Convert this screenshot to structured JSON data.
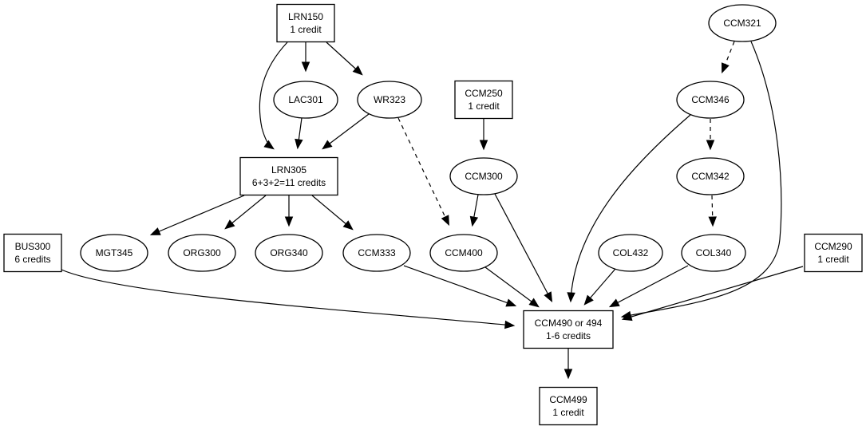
{
  "diagram": {
    "type": "directed-graph",
    "nodes": [
      {
        "id": "LRN150",
        "shape": "box",
        "lines": [
          "LRN150",
          "1 credit"
        ]
      },
      {
        "id": "LAC301",
        "shape": "ellipse",
        "lines": [
          "LAC301"
        ]
      },
      {
        "id": "WR323",
        "shape": "ellipse",
        "lines": [
          "WR323"
        ]
      },
      {
        "id": "LRN305",
        "shape": "box",
        "lines": [
          "LRN305",
          "6+3+2=11 credits"
        ]
      },
      {
        "id": "CCM250",
        "shape": "box",
        "lines": [
          "CCM250",
          "1 credit"
        ]
      },
      {
        "id": "CCM300",
        "shape": "ellipse",
        "lines": [
          "CCM300"
        ]
      },
      {
        "id": "CCM321",
        "shape": "ellipse",
        "lines": [
          "CCM321"
        ]
      },
      {
        "id": "CCM346",
        "shape": "ellipse",
        "lines": [
          "CCM346"
        ]
      },
      {
        "id": "CCM342",
        "shape": "ellipse",
        "lines": [
          "CCM342"
        ]
      },
      {
        "id": "BUS300",
        "shape": "box",
        "lines": [
          "BUS300",
          "6 credits"
        ]
      },
      {
        "id": "MGT345",
        "shape": "ellipse",
        "lines": [
          "MGT345"
        ]
      },
      {
        "id": "ORG300",
        "shape": "ellipse",
        "lines": [
          "ORG300"
        ]
      },
      {
        "id": "ORG340",
        "shape": "ellipse",
        "lines": [
          "ORG340"
        ]
      },
      {
        "id": "CCM333",
        "shape": "ellipse",
        "lines": [
          "CCM333"
        ]
      },
      {
        "id": "CCM400",
        "shape": "ellipse",
        "lines": [
          "CCM400"
        ]
      },
      {
        "id": "COL432",
        "shape": "ellipse",
        "lines": [
          "COL432"
        ]
      },
      {
        "id": "COL340",
        "shape": "ellipse",
        "lines": [
          "COL340"
        ]
      },
      {
        "id": "CCM290",
        "shape": "box",
        "lines": [
          "CCM290",
          "1 credit"
        ]
      },
      {
        "id": "CCM490",
        "shape": "box",
        "lines": [
          "CCM490 or 494",
          "1-6 credits"
        ]
      },
      {
        "id": "CCM499",
        "shape": "box",
        "lines": [
          "CCM499",
          "1 credit"
        ]
      }
    ],
    "edges": [
      {
        "from": "LRN150",
        "to": "LAC301",
        "style": "solid"
      },
      {
        "from": "LRN150",
        "to": "WR323",
        "style": "solid"
      },
      {
        "from": "LRN150",
        "to": "LRN305",
        "style": "solid"
      },
      {
        "from": "LAC301",
        "to": "LRN305",
        "style": "solid"
      },
      {
        "from": "WR323",
        "to": "LRN305",
        "style": "solid"
      },
      {
        "from": "WR323",
        "to": "CCM400",
        "style": "dashed"
      },
      {
        "from": "LRN305",
        "to": "MGT345",
        "style": "solid"
      },
      {
        "from": "LRN305",
        "to": "ORG300",
        "style": "solid"
      },
      {
        "from": "LRN305",
        "to": "ORG340",
        "style": "solid"
      },
      {
        "from": "LRN305",
        "to": "CCM333",
        "style": "solid"
      },
      {
        "from": "CCM250",
        "to": "CCM300",
        "style": "solid"
      },
      {
        "from": "CCM300",
        "to": "CCM400",
        "style": "solid"
      },
      {
        "from": "CCM300",
        "to": "CCM490",
        "style": "solid"
      },
      {
        "from": "CCM321",
        "to": "CCM346",
        "style": "dashed"
      },
      {
        "from": "CCM321",
        "to": "CCM490",
        "style": "solid"
      },
      {
        "from": "CCM346",
        "to": "CCM342",
        "style": "dashed"
      },
      {
        "from": "CCM346",
        "to": "CCM490",
        "style": "solid"
      },
      {
        "from": "CCM342",
        "to": "COL340",
        "style": "dashed"
      },
      {
        "from": "BUS300",
        "to": "CCM490",
        "style": "solid"
      },
      {
        "from": "CCM333",
        "to": "CCM490",
        "style": "solid"
      },
      {
        "from": "CCM400",
        "to": "CCM490",
        "style": "solid"
      },
      {
        "from": "COL432",
        "to": "CCM490",
        "style": "solid"
      },
      {
        "from": "COL340",
        "to": "CCM490",
        "style": "solid"
      },
      {
        "from": "CCM290",
        "to": "CCM490",
        "style": "solid"
      },
      {
        "from": "CCM490",
        "to": "CCM499",
        "style": "solid"
      }
    ]
  }
}
